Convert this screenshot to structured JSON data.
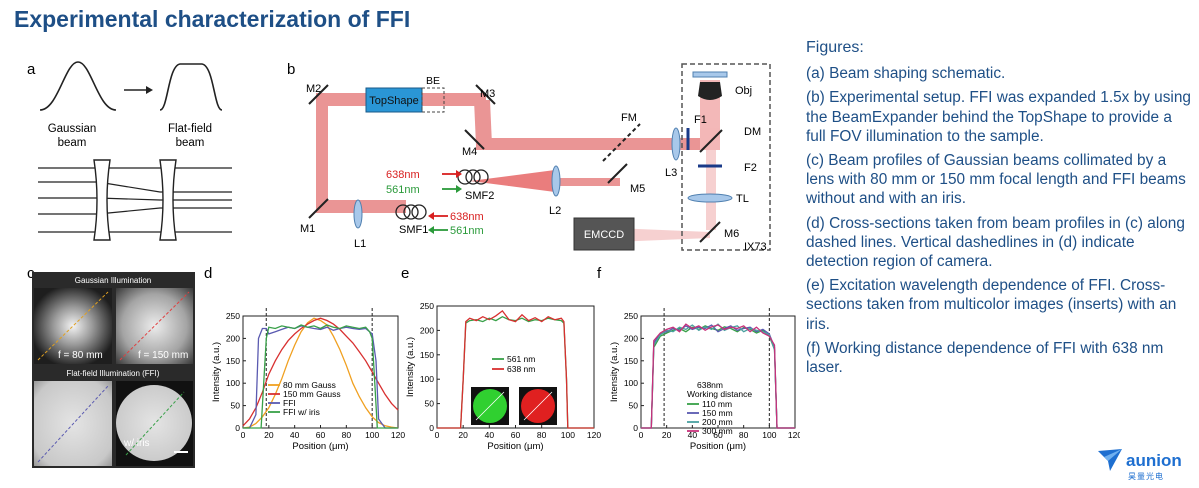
{
  "title": "Experimental characterization of FFI",
  "captions": {
    "heading": "Figures:",
    "items": [
      "(a) Beam shaping schematic.",
      "(b) Experimental setup. FFI was expanded 1.5x by using the BeamExpander behind the TopShape to provide a full FOV illumination to the sample.",
      "(c) Beam profiles of Gaussian beams collimated by a lens with 80 mm or 150 mm focal length and FFI beams without and with an iris.",
      "(d) Cross-sections taken from beam profiles in (c) along dashed lines. Vertical dashedlines in (d) indicate detection region of camera.",
      "(e) Excitation wavelength dependence of FFI. Cross-sections taken from multicolor images (inserts) with an iris.",
      "(f) Working distance dependence of FFI with 638 nm laser."
    ]
  },
  "panel_a": {
    "label": "a",
    "gaussian_label_1": "Gaussian",
    "gaussian_label_2": "beam",
    "flat_label_1": "Flat-field",
    "flat_label_2": "beam"
  },
  "panel_b": {
    "label": "b",
    "topshape": "TopShape",
    "be": "BE",
    "m1": "M1",
    "m2": "M2",
    "m3": "M3",
    "m4": "M4",
    "m5": "M5",
    "m6": "M6",
    "l1": "L1",
    "l2": "L2",
    "l3": "L3",
    "smf1": "SMF1",
    "smf2": "SMF2",
    "fm": "FM",
    "f1": "F1",
    "f2": "F2",
    "dm": "DM",
    "tl": "TL",
    "obj": "Obj",
    "emccd": "EMCCD",
    "ix73": "IX73",
    "w638": "638nm",
    "w561": "561nm"
  },
  "panel_c": {
    "label": "c",
    "gauss_title": "Gaussian Illumination",
    "f80": "f = 80 mm",
    "f150": "f = 150 mm",
    "ffi_title": "Flat-field Illumination (FFI)",
    "iris": "w/ iris"
  },
  "panel_d": {
    "label": "d"
  },
  "panel_e": {
    "label": "e"
  },
  "panel_f": {
    "label": "f"
  },
  "chart_data": [
    {
      "type": "line",
      "panel": "d",
      "xlabel": "Position (μm)",
      "ylabel": "Intensity (a.u.)",
      "xlim": [
        0,
        120
      ],
      "ylim": [
        0,
        250
      ],
      "xticks": [
        0,
        20,
        40,
        60,
        80,
        100,
        120
      ],
      "yticks": [
        0,
        50,
        100,
        150,
        200,
        250
      ],
      "vlines": [
        18,
        100
      ],
      "legend_position": "bottom-right",
      "series": [
        {
          "name": "80 mm Gauss",
          "color": "#f0a020",
          "x": [
            0,
            5,
            10,
            15,
            20,
            25,
            30,
            35,
            40,
            45,
            50,
            55,
            60,
            65,
            70,
            75,
            80,
            85,
            90,
            95,
            100,
            105,
            110,
            115,
            120
          ],
          "y": [
            0,
            2,
            10,
            25,
            45,
            75,
            110,
            150,
            185,
            215,
            235,
            245,
            240,
            230,
            205,
            175,
            140,
            100,
            70,
            45,
            25,
            12,
            5,
            2,
            0
          ]
        },
        {
          "name": "150 mm Gauss",
          "color": "#d83030",
          "x": [
            0,
            5,
            10,
            15,
            20,
            25,
            30,
            35,
            40,
            45,
            50,
            55,
            60,
            65,
            70,
            75,
            80,
            85,
            90,
            95,
            100,
            105,
            110,
            115,
            120
          ],
          "y": [
            5,
            20,
            45,
            80,
            120,
            150,
            175,
            195,
            210,
            222,
            232,
            240,
            245,
            240,
            232,
            220,
            205,
            190,
            170,
            150,
            125,
            100,
            75,
            55,
            40
          ]
        },
        {
          "name": "FFI",
          "color": "#5a5ab0",
          "x": [
            0,
            5,
            10,
            12,
            15,
            18,
            20,
            25,
            30,
            35,
            40,
            45,
            50,
            55,
            60,
            65,
            70,
            75,
            80,
            85,
            90,
            95,
            100,
            103,
            105,
            110,
            120
          ],
          "y": [
            0,
            0,
            30,
            200,
            222,
            222,
            210,
            215,
            220,
            225,
            222,
            228,
            225,
            222,
            220,
            225,
            218,
            222,
            225,
            222,
            220,
            222,
            210,
            150,
            20,
            0,
            0
          ]
        },
        {
          "name": "FFI w/ iris",
          "color": "#38a048",
          "x": [
            0,
            14,
            16,
            18,
            20,
            25,
            30,
            35,
            40,
            45,
            50,
            55,
            60,
            65,
            70,
            75,
            80,
            85,
            90,
            95,
            98,
            100,
            102,
            104,
            120
          ],
          "y": [
            0,
            0,
            100,
            200,
            225,
            222,
            228,
            225,
            222,
            230,
            225,
            228,
            222,
            230,
            225,
            222,
            228,
            225,
            222,
            225,
            215,
            200,
            100,
            0,
            0
          ]
        }
      ]
    },
    {
      "type": "line",
      "panel": "e",
      "xlabel": "Position (μm)",
      "ylabel": "Intensity (a.u.)",
      "xlim": [
        0,
        120
      ],
      "ylim": [
        0,
        250
      ],
      "xticks": [
        0,
        20,
        40,
        60,
        80,
        100,
        120
      ],
      "yticks": [
        0,
        50,
        100,
        150,
        200,
        250
      ],
      "legend_position": "center",
      "series": [
        {
          "name": "561 nm",
          "color": "#38a048",
          "x": [
            0,
            18,
            20,
            22,
            25,
            30,
            35,
            40,
            45,
            50,
            55,
            60,
            65,
            70,
            75,
            80,
            85,
            90,
            95,
            97,
            99,
            100,
            120
          ],
          "y": [
            0,
            0,
            100,
            215,
            220,
            222,
            218,
            225,
            220,
            228,
            222,
            220,
            225,
            218,
            222,
            220,
            225,
            222,
            220,
            215,
            100,
            0,
            0
          ]
        },
        {
          "name": "638 nm",
          "color": "#d83030",
          "x": [
            0,
            18,
            20,
            22,
            25,
            30,
            35,
            40,
            45,
            50,
            55,
            60,
            65,
            70,
            75,
            80,
            85,
            90,
            95,
            97,
            99,
            100,
            120
          ],
          "y": [
            0,
            0,
            100,
            218,
            225,
            220,
            228,
            222,
            230,
            240,
            222,
            218,
            232,
            220,
            226,
            218,
            228,
            222,
            225,
            218,
            100,
            0,
            0
          ]
        }
      ]
    },
    {
      "type": "line",
      "panel": "f",
      "xlabel": "Position (μm)",
      "ylabel": "Intensity (a.u.)",
      "xlim": [
        0,
        120
      ],
      "ylim": [
        0,
        250
      ],
      "xticks": [
        0,
        20,
        40,
        60,
        80,
        100,
        120
      ],
      "yticks": [
        0,
        50,
        100,
        150,
        200,
        250
      ],
      "vlines": [
        18,
        100
      ],
      "legend_title_1": "638nm",
      "legend_title_2": "Working distance",
      "legend_position": "center",
      "series": [
        {
          "name": "110 mm",
          "color": "#38a048",
          "x": [
            0,
            8,
            10,
            15,
            20,
            25,
            30,
            35,
            40,
            45,
            50,
            55,
            60,
            65,
            70,
            75,
            80,
            85,
            90,
            95,
            100,
            104,
            106,
            120
          ],
          "y": [
            0,
            0,
            180,
            205,
            212,
            218,
            222,
            215,
            225,
            220,
            228,
            222,
            218,
            226,
            222,
            215,
            224,
            220,
            212,
            218,
            205,
            175,
            0,
            0
          ]
        },
        {
          "name": "150 mm",
          "color": "#5a5ab0",
          "x": [
            0,
            8,
            10,
            15,
            20,
            25,
            30,
            35,
            40,
            45,
            50,
            55,
            60,
            65,
            70,
            75,
            80,
            85,
            90,
            95,
            100,
            104,
            106,
            120
          ],
          "y": [
            0,
            0,
            190,
            210,
            215,
            222,
            218,
            228,
            220,
            225,
            222,
            230,
            215,
            222,
            228,
            218,
            222,
            225,
            215,
            220,
            210,
            180,
            0,
            0
          ]
        },
        {
          "name": "200 mm",
          "color": "#4aa0a0",
          "x": [
            0,
            8,
            10,
            15,
            20,
            25,
            30,
            35,
            40,
            45,
            50,
            55,
            60,
            65,
            70,
            75,
            80,
            85,
            90,
            95,
            100,
            104,
            106,
            120
          ],
          "y": [
            0,
            0,
            185,
            208,
            218,
            215,
            225,
            220,
            230,
            218,
            226,
            220,
            232,
            218,
            224,
            228,
            215,
            222,
            218,
            215,
            208,
            175,
            0,
            0
          ]
        },
        {
          "name": "300 mm",
          "color": "#c8307a",
          "x": [
            0,
            8,
            10,
            15,
            20,
            25,
            30,
            35,
            40,
            45,
            50,
            55,
            60,
            65,
            70,
            75,
            80,
            85,
            90,
            95,
            100,
            104,
            106,
            120
          ],
          "y": [
            0,
            0,
            195,
            212,
            220,
            225,
            215,
            232,
            222,
            228,
            218,
            226,
            230,
            220,
            225,
            222,
            228,
            215,
            225,
            212,
            205,
            185,
            0,
            0
          ]
        }
      ]
    }
  ],
  "logo": {
    "name": "aunion",
    "sub": "昊量光电",
    "color": "#1e6fd0"
  }
}
